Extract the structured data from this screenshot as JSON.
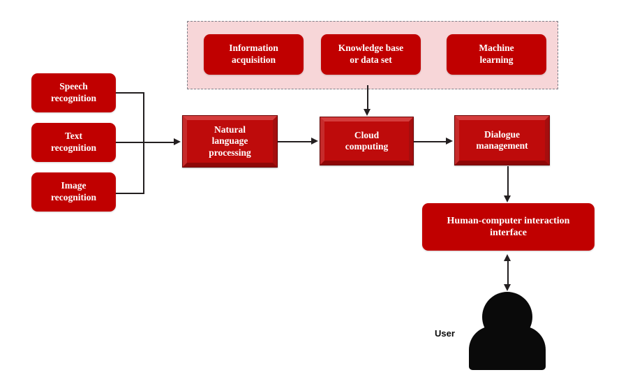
{
  "diagram": {
    "title": "Intelligent human-computer interaction system architecture",
    "colors": {
      "box_red": "#C00000",
      "bevel_red": "#BE0B0B",
      "container_pink": "#F7D6D8",
      "container_border": "#7d7f88",
      "connector": "#231f20",
      "figure_black": "#0a0a0a",
      "text_white": "#FFFFFF"
    },
    "inputs": {
      "group_name": "recognition-inputs",
      "items": [
        {
          "id": "speech",
          "label": "Speech\nrecognition"
        },
        {
          "id": "text",
          "label": "Text\nrecognition"
        },
        {
          "id": "image",
          "label": "Image\nrecognition"
        }
      ]
    },
    "knowledge_container": {
      "name": "knowledge-resources",
      "items": [
        {
          "id": "information-acquisition",
          "label": "Information\nacquisition"
        },
        {
          "id": "knowledge-base",
          "label": "Knowledge base\nor data set"
        },
        {
          "id": "machine-learning",
          "label": "Machine\nlearning"
        }
      ]
    },
    "pipeline": {
      "items": [
        {
          "id": "nlp",
          "label": "Natural\nlanguage\nprocessing"
        },
        {
          "id": "cloud-computing",
          "label": "Cloud\ncomputing"
        },
        {
          "id": "dialogue-management",
          "label": "Dialogue\nmanagement"
        }
      ]
    },
    "interface": {
      "id": "hci-interface",
      "label": "Human-computer interaction\ninterface"
    },
    "actor": {
      "id": "user",
      "label": "User"
    },
    "connections": [
      {
        "from": "speech",
        "to": "nlp",
        "type": "bus"
      },
      {
        "from": "text",
        "to": "nlp",
        "type": "bus"
      },
      {
        "from": "image",
        "to": "nlp",
        "type": "bus"
      },
      {
        "from": "nlp",
        "to": "cloud-computing",
        "type": "arrow"
      },
      {
        "from": "knowledge-base",
        "to": "cloud-computing",
        "type": "arrow"
      },
      {
        "from": "cloud-computing",
        "to": "dialogue-management",
        "type": "arrow"
      },
      {
        "from": "dialogue-management",
        "to": "hci-interface",
        "type": "arrow"
      },
      {
        "from": "hci-interface",
        "to": "user",
        "type": "double-arrow"
      }
    ]
  }
}
